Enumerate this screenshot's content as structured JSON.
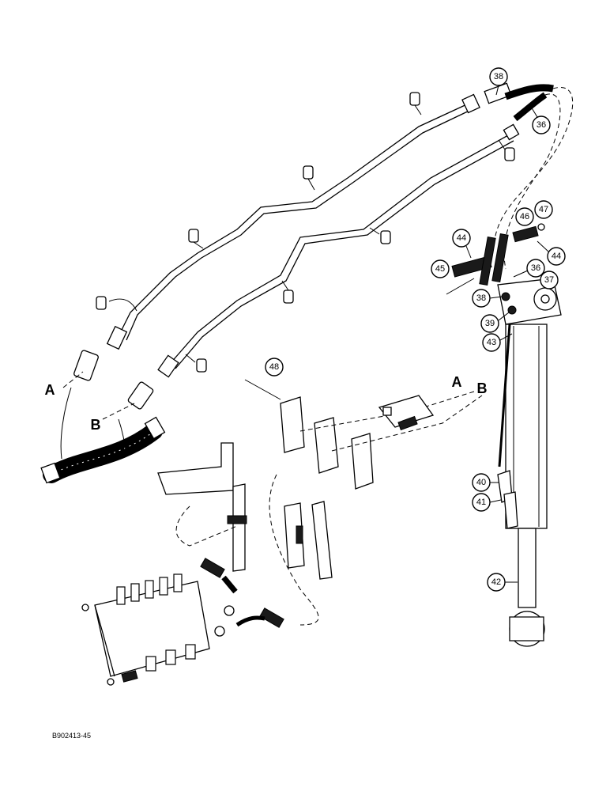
{
  "callouts": [
    {
      "id": "c38a",
      "label": "38"
    },
    {
      "id": "c36a",
      "label": "36"
    },
    {
      "id": "c46",
      "label": "46"
    },
    {
      "id": "c47",
      "label": "47"
    },
    {
      "id": "c44a",
      "label": "44"
    },
    {
      "id": "c44b",
      "label": "44"
    },
    {
      "id": "c45",
      "label": "45"
    },
    {
      "id": "c36b",
      "label": "36"
    },
    {
      "id": "c37",
      "label": "37"
    },
    {
      "id": "c38b",
      "label": "38"
    },
    {
      "id": "c39",
      "label": "39"
    },
    {
      "id": "c43",
      "label": "43"
    },
    {
      "id": "c48",
      "label": "48"
    },
    {
      "id": "c40",
      "label": "40"
    },
    {
      "id": "c41",
      "label": "41"
    },
    {
      "id": "c42",
      "label": "42"
    }
  ],
  "letters": {
    "a_left": "A",
    "b_left": "B",
    "a_right": "A",
    "b_right": "B"
  },
  "reference_code": "B902413-45"
}
